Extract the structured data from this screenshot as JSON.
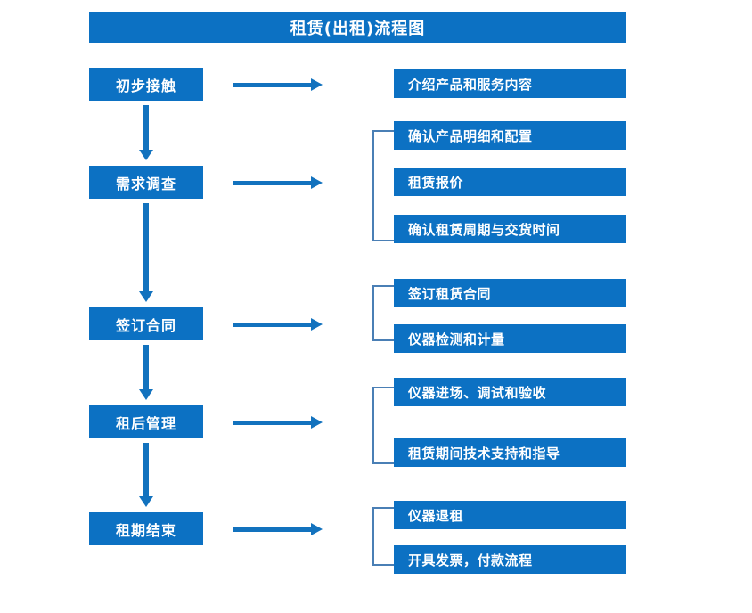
{
  "title": "租赁(出租)流程图",
  "colors": {
    "box_fill": "#0C71C3",
    "box_text": "#FFFFFF",
    "arrow": "#1272BE",
    "bracket": "#4A7FB5",
    "background": "#FFFFFF"
  },
  "stages": [
    {
      "label": "初步接触"
    },
    {
      "label": "需求调查"
    },
    {
      "label": "签订合同"
    },
    {
      "label": "租后管理"
    },
    {
      "label": "租期结束"
    }
  ],
  "details": [
    {
      "label": "介绍产品和服务内容"
    },
    {
      "label": "确认产品明细和配置"
    },
    {
      "label": "租赁报价"
    },
    {
      "label": "确认租赁周期与交货时间"
    },
    {
      "label": "签订租赁合同"
    },
    {
      "label": "仪器检测和计量"
    },
    {
      "label": "仪器进场、调试和验收"
    },
    {
      "label": "租赁期间技术支持和指导"
    },
    {
      "label": "仪器退租"
    },
    {
      "label": "开具发票，付款流程"
    }
  ]
}
